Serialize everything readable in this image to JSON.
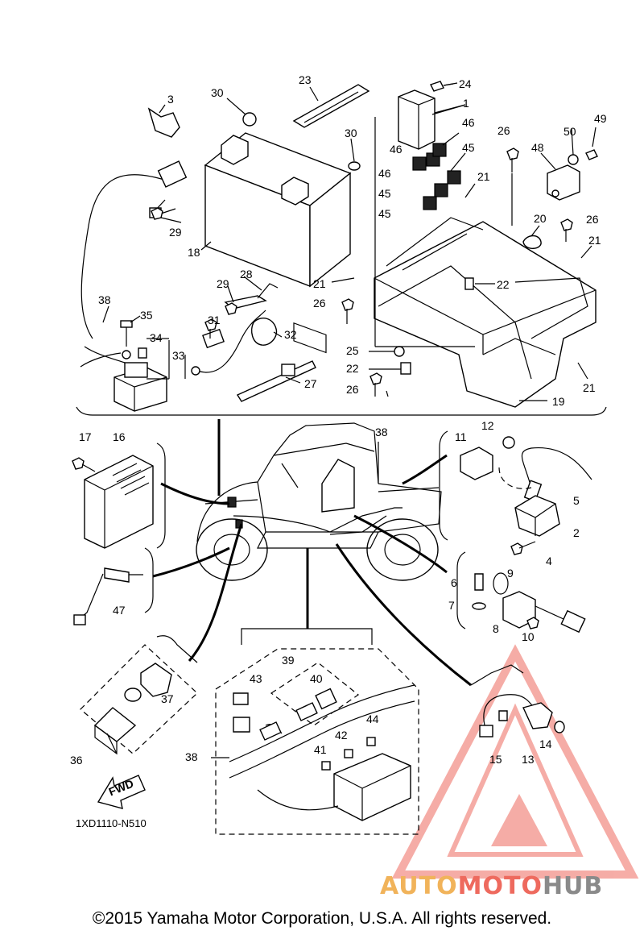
{
  "diagram_code": "1XD1110-N510",
  "copyright": "©2015 Yamaha Motor Corporation, U.S.A. All rights reserved.",
  "fwd_label": "FWD",
  "watermark": {
    "part1": "AUTO",
    "part2": "MOTO",
    "part3": "HUB",
    "color_1": "#f1b35a",
    "color_2": "#ee6a5e",
    "color_3": "#8a8a8a"
  },
  "callouts": {
    "c1": "1",
    "c2": "2",
    "c3": "3",
    "c4": "4",
    "c5": "5",
    "c6": "6",
    "c7": "7",
    "c8": "8",
    "c9": "9",
    "c10": "10",
    "c11": "11",
    "c12": "12",
    "c13": "13",
    "c14": "14",
    "c15": "15",
    "c16": "16",
    "c17": "17",
    "c18": "18",
    "c19": "19",
    "c20": "20",
    "c21a": "21",
    "c21b": "21",
    "c21c": "21",
    "c21d": "21",
    "c22a": "22",
    "c22b": "22",
    "c23": "23",
    "c24": "24",
    "c25": "25",
    "c26a": "26",
    "c26b": "26",
    "c26c": "26",
    "c26d": "26",
    "c27": "27",
    "c28": "28",
    "c29a": "29",
    "c29b": "29",
    "c30a": "30",
    "c30b": "30",
    "c31": "31",
    "c32": "32",
    "c33": "33",
    "c34": "34",
    "c35": "35",
    "c36": "36",
    "c37": "37",
    "c38a": "38",
    "c38b": "38",
    "c38c": "38",
    "c39": "39",
    "c40": "40",
    "c41": "41",
    "c42": "42",
    "c43": "43",
    "c44": "44",
    "c45a": "45",
    "c45b": "45",
    "c45c": "45",
    "c46a": "46",
    "c46b": "46",
    "c46c": "46",
    "c47": "47",
    "c48": "48",
    "c49": "49",
    "c50": "50"
  }
}
